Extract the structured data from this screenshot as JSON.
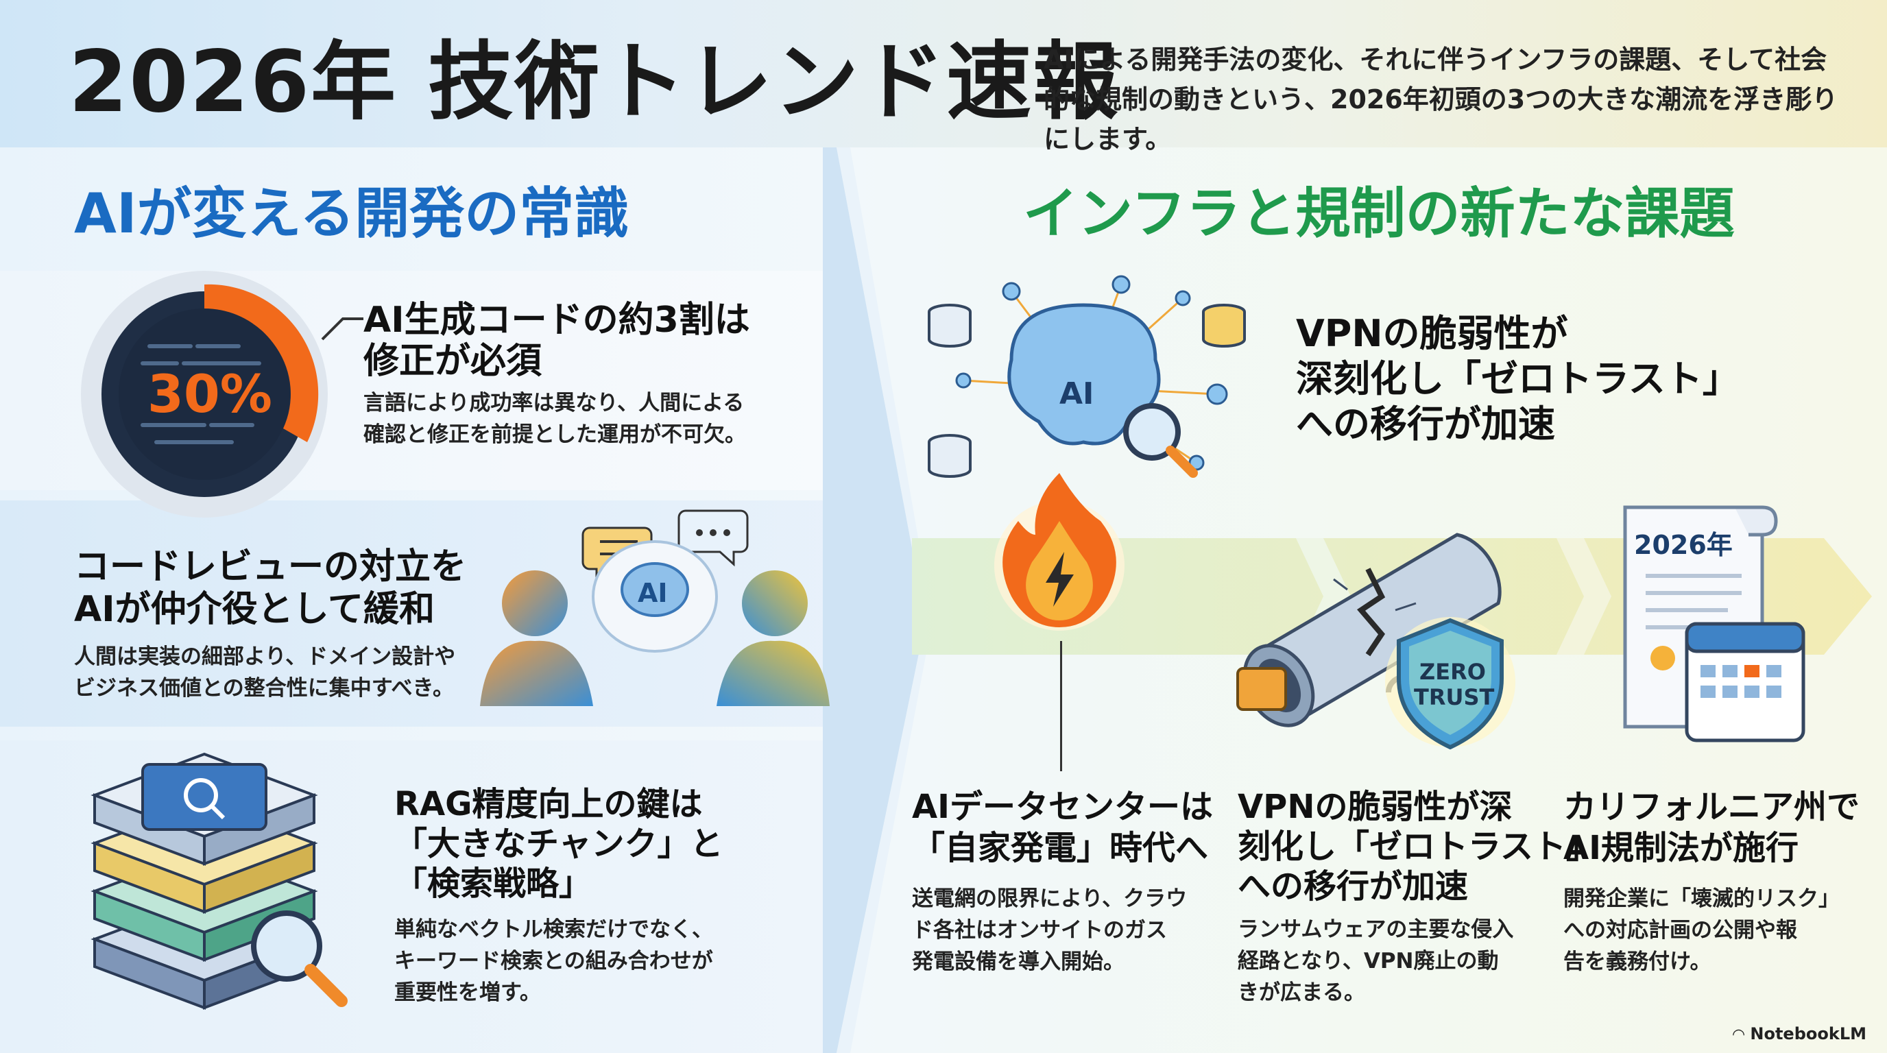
{
  "header": {
    "title": "2026年 技術トレンド速報",
    "subtitle": "AIによる開発手法の変化、それに伴うインフラの課題、そして社会的な規制の動きという、2026年初頭の3つの大きな潮流を浮き彫りにします。"
  },
  "left_section": {
    "heading": "AIが変える開発の常識",
    "items": [
      {
        "stat": "30%",
        "title_line1": "AI生成コードの約3割は",
        "title_line2": "修正が必須",
        "body_line1": "言語により成功率は異なり、人間による",
        "body_line2": "確認と修正を前提とした運用が不可欠。"
      },
      {
        "icon_label": "AI",
        "title_line1": "コードレビューの対立を",
        "title_line2": "AIが仲介役として緩和",
        "body_line1": "人間は実装の細部より、ドメイン設計や",
        "body_line2": "ビジネス価値との整合性に集中すべき。"
      },
      {
        "title_line1": "RAG精度向上の鍵は",
        "title_line2": "「大きなチャンク」と",
        "title_line3": "「検索戦略」",
        "body_line1": "単純なベクトル検索だけでなく、",
        "body_line2": "キーワード検索との組み合わせが",
        "body_line3": "重要性を増す。"
      }
    ]
  },
  "right_section": {
    "heading": "インフラと規制の新たな課題",
    "callout": {
      "line1": "VPNの脆弱性が",
      "line2": "深刻化し「ゼロトラスト」",
      "line3": "への移行が加速"
    },
    "brain_label": "AI",
    "shield_label_line1": "ZERO",
    "shield_label_line2": "TRUST",
    "doc_label": "2026年",
    "items": [
      {
        "title_line1": "AIデータセンターは",
        "title_line2": "「自家発電」時代へ",
        "body_line1": "送電網の限界により、クラウ",
        "body_line2": "ド各社はオンサイトのガス",
        "body_line3": "発電設備を導入開始。"
      },
      {
        "title_line1": "VPNの脆弱性が深",
        "title_line2": "刻化し「ゼロトラスト」",
        "title_line3": "への移行が加速",
        "body_line1": "ランサムウェアの主要な侵入",
        "body_line2": "経路となり、VPN廃止の動",
        "body_line3": "きが広まる。"
      },
      {
        "title_line1": "カリフォルニア州で",
        "title_line2": "AI規制法が施行",
        "body_line1": "開発企業に「壊滅的リスク」",
        "body_line2": "への対応計画の公開や報",
        "body_line3": "告を義務付け。"
      }
    ]
  },
  "footer": {
    "brand": "NotebookLM"
  },
  "colors": {
    "blue_accent": "#1a6bc2",
    "green_accent": "#1f9a4c",
    "orange_accent": "#f26a1b"
  }
}
